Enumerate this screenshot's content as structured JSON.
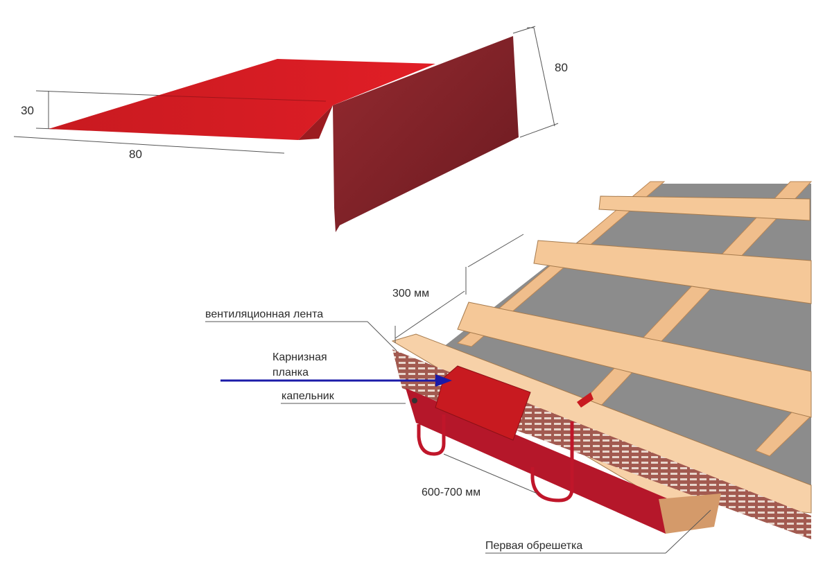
{
  "profile": {
    "dim_height": "30",
    "dim_width": "80",
    "dim_flange": "80"
  },
  "eave": {
    "dim_spacing_top": "300 мм",
    "dim_spacing_hooks": "600-700 мм",
    "label_vent_tape": "вентиляционная лента",
    "label_eave_strip_line1": "Карнизная",
    "label_eave_strip_line2": "планка",
    "label_drip": "капельник",
    "label_first_batten": "Первая обрешетка"
  },
  "colors": {
    "strip_red": "#c81a20",
    "strip_dark": "#7a2025",
    "batten_wood": "#f5c898",
    "membrane_gray": "#8c8c8c",
    "arrow_blue": "#1a1aa8"
  }
}
